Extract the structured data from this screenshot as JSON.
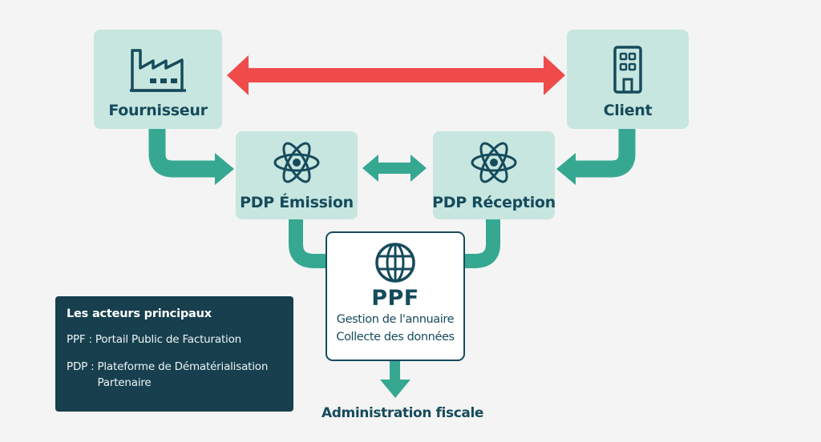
{
  "nodes": {
    "fournisseur": {
      "label": "Fournisseur",
      "icon": "factory-icon"
    },
    "client": {
      "label": "Client",
      "icon": "office-building-icon"
    },
    "pdp_emission": {
      "label": "PDP Émission",
      "icon": "atom-icon"
    },
    "pdp_reception": {
      "label": "PDP Réception",
      "icon": "atom-icon"
    }
  },
  "ppf": {
    "title": "PPF",
    "icon": "globe-icon",
    "lines": [
      "Gestion de l'annuaire",
      "Collecte des données"
    ]
  },
  "admin": {
    "label": "Administration fiscale"
  },
  "legend": {
    "title": "Les acteurs principaux",
    "entries": [
      {
        "abbr": "PPF",
        "sep": ":",
        "text": "Portail Public de Facturation"
      },
      {
        "abbr": "PDP",
        "sep": ":",
        "text": "Plateforme de Dématérialisation Partenaire"
      }
    ]
  },
  "colors": {
    "node_fill": "#c7e6df",
    "teal_arrow": "#36a892",
    "red_arrow": "#ef4b4b",
    "dark_text": "#164b5c",
    "legend_bg": "#173f4d",
    "background": "#f4f4f4"
  }
}
